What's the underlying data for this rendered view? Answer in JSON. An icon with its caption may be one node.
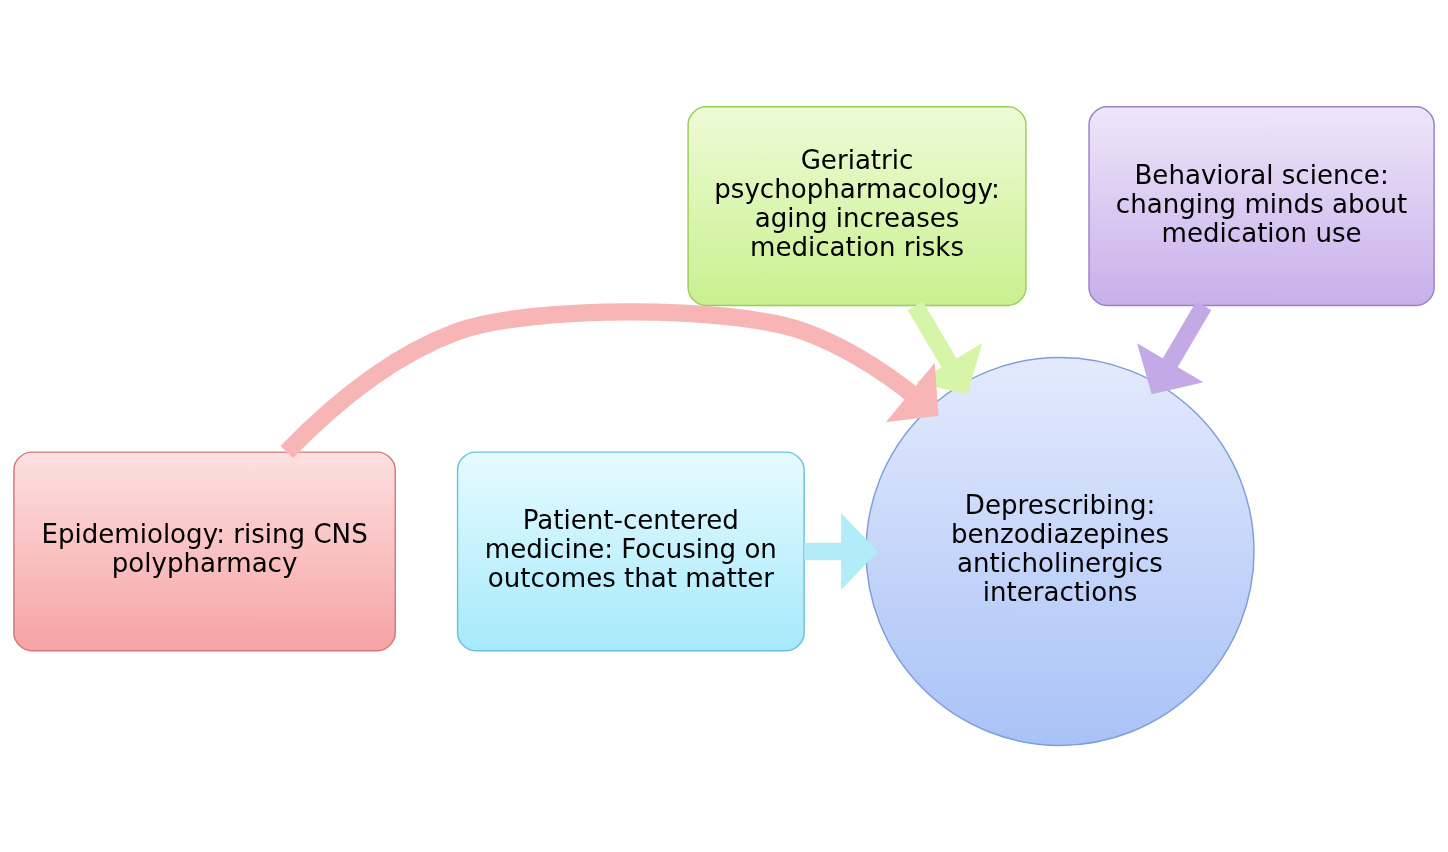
{
  "diagram": {
    "nodes": [
      {
        "text": [
          "Geriatric psychopharmacology: aging increases medication risks"
        ]
      },
      {
        "text": [
          "Behavioral science: changing minds about medication use"
        ]
      },
      {
        "text": [
          "Epidemiology: rising CNS polypharmacy"
        ]
      },
      {
        "text": [
          "Patient-centered medicine: Focusing on outcomes that matter"
        ]
      },
      {
        "text": [
          "Deprescribing:",
          "benzodiazepines",
          "anticholinergics",
          "interactions"
        ]
      }
    ],
    "edges": [
      {
        "from": 0,
        "to": 4,
        "arrow": "to",
        "color": "#d6f5a8"
      },
      {
        "from": 1,
        "to": 4,
        "arrow": "to",
        "color": "#c3a9e6"
      },
      {
        "from": 2,
        "to": 4,
        "arrow": "to",
        "color": "#f7b5b5"
      },
      {
        "from": 3,
        "to": 4,
        "arrow": "to",
        "color": "#b3ecf9"
      }
    ]
  }
}
